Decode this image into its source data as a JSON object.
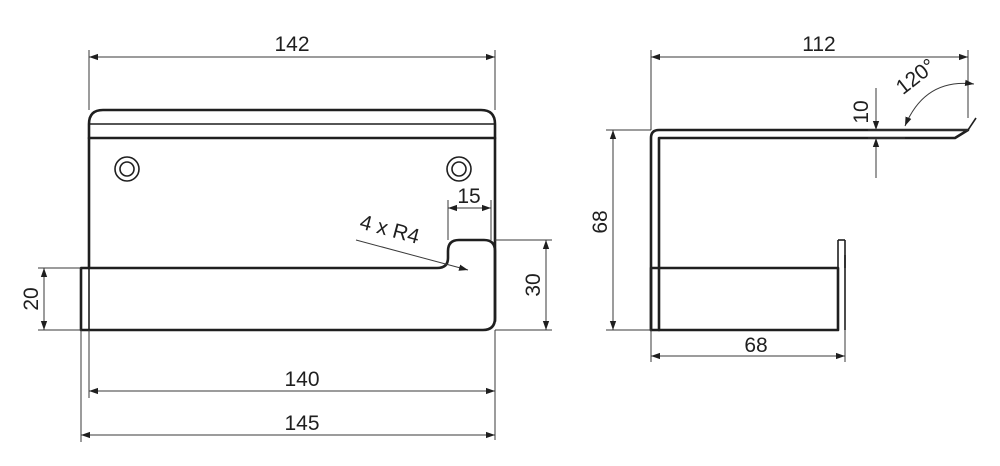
{
  "front_view": {
    "dim_width_top": "142",
    "dim_hook_width": "15",
    "dim_radius_note": "4 x R4",
    "dim_hook_height": "30",
    "dim_bar_height": "20",
    "dim_bar_width": "140",
    "dim_overall_width": "145"
  },
  "side_view": {
    "dim_depth_top": "112",
    "dim_angle": "120°",
    "dim_thickness": "10",
    "dim_height": "68",
    "dim_depth_bottom": "68"
  }
}
